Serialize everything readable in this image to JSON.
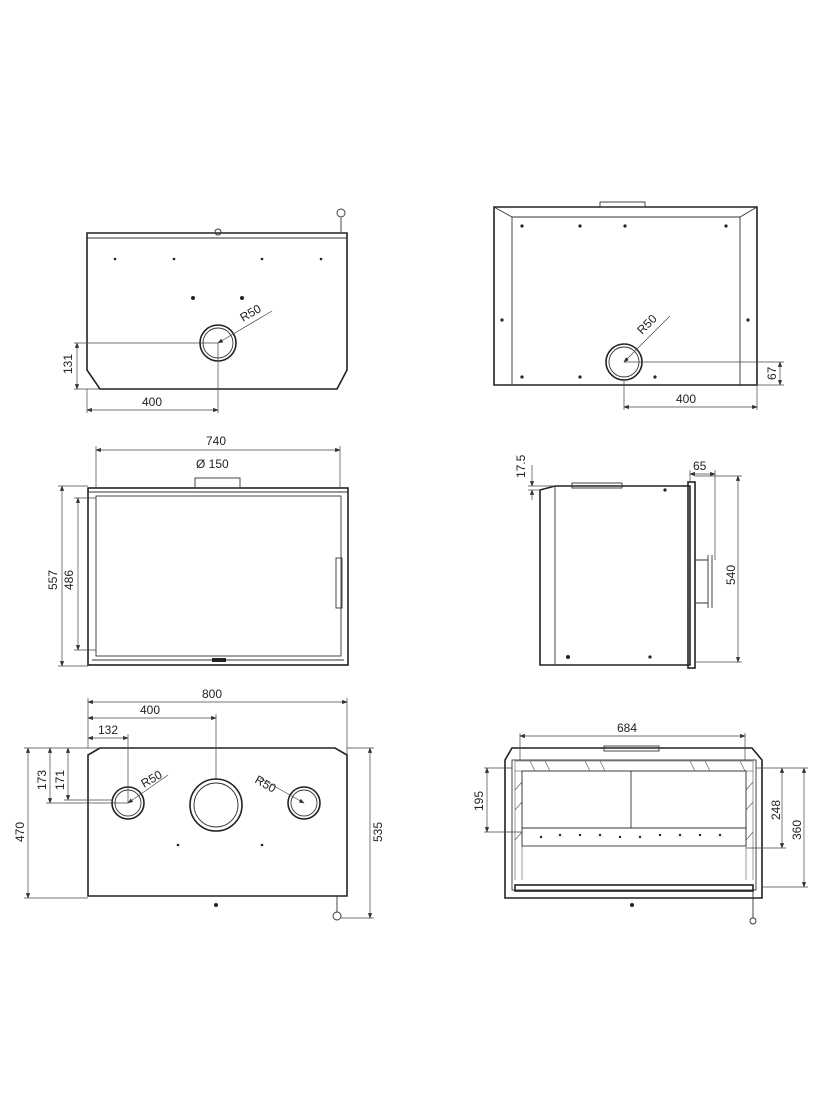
{
  "views": {
    "top_view_rear": {
      "radius_label": "R50",
      "dim_height": "131",
      "dim_width": "400"
    },
    "top_view_side": {
      "radius_label": "R50",
      "dim_height": "67",
      "dim_width": "400"
    },
    "front_view": {
      "dim_width": "740",
      "flue_diameter": "Ø 150",
      "dim_outer_height": "557",
      "dim_inner_height": "486"
    },
    "side_view": {
      "dim_offset": "17.5",
      "dim_door": "65",
      "dim_height": "540"
    },
    "rear_view": {
      "dim_width": "800",
      "dim_center": "400",
      "dim_left": "132",
      "radius_left": "R50",
      "radius_right": "R50",
      "dim_173": "173",
      "dim_171": "171",
      "dim_470": "470",
      "dim_535": "535"
    },
    "section_view": {
      "dim_width": "684",
      "dim_195": "195",
      "dim_248": "248",
      "dim_360": "360"
    }
  }
}
